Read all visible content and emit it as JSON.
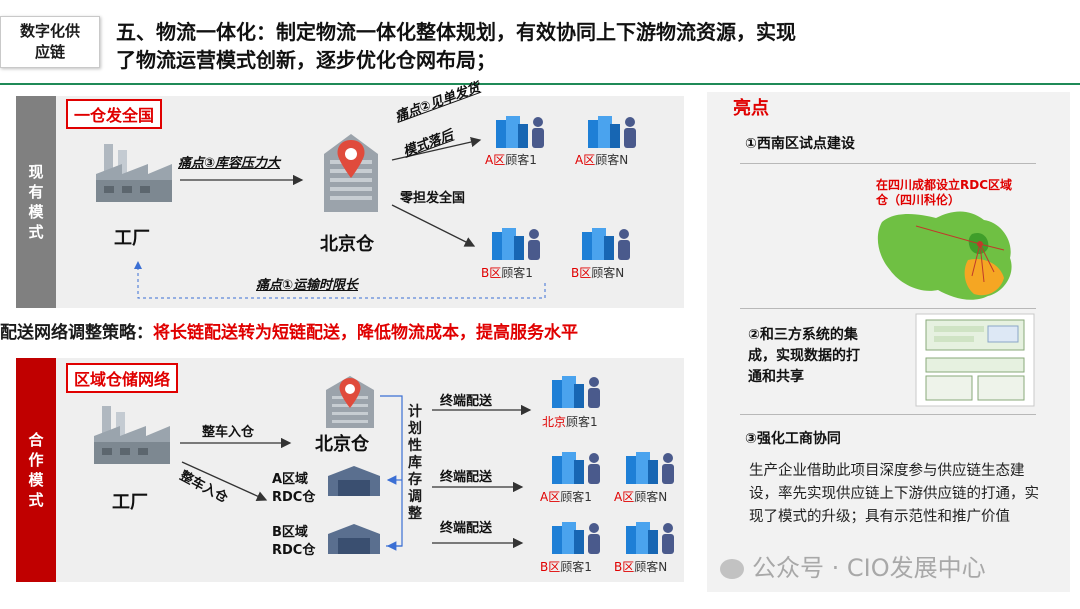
{
  "header": {
    "tag_line1": "数字化供",
    "tag_line2": "应链",
    "title_line1": "五、物流一体化：制定物流一体化整体规划，有效协同上下游物流资源，实现",
    "title_line2": "了物流运营模式创新，逐步优化仓网布局；"
  },
  "current_model": {
    "side_label": [
      "现",
      "有",
      "模",
      "式"
    ],
    "tag": "一仓发全国",
    "factory": "工厂",
    "warehouse": "北京仓",
    "pain3": "痛点③库容压力大",
    "pain2_line1": "痛点②见单发货",
    "pain2_line2": "模式落后",
    "pain1": "痛点①运输时限长",
    "ltl": "零担发全国",
    "customers": [
      {
        "prefix": "A区",
        "name": "顾客1"
      },
      {
        "prefix": "A区",
        "name": "顾客N"
      },
      {
        "prefix": "B区",
        "name": "顾客1"
      },
      {
        "prefix": "B区",
        "name": "顾客N"
      }
    ]
  },
  "strategy": {
    "label": "配送网络调整策略：",
    "text": "将长链配送转为短链配送，降低物流成本，提高服务水平"
  },
  "coop_model": {
    "side_label": [
      "合",
      "作",
      "模",
      "式"
    ],
    "tag": "区域仓储网络",
    "factory": "工厂",
    "warehouse": "北京仓",
    "truck1": "整车入仓",
    "truck2": "整车入仓",
    "rdc_a_line1": "A区域",
    "rdc_a_line2": "RDC仓",
    "rdc_b_line1": "B区域",
    "rdc_b_line2": "RDC仓",
    "plan_chars": [
      "计",
      "划",
      "性",
      "库",
      "存",
      "调",
      "整"
    ],
    "terminal1": "终端配送",
    "terminal2": "终端配送",
    "terminal3": "终端配送",
    "customers": [
      {
        "prefix": "北京",
        "name": "顾客1"
      },
      {
        "prefix": "A区",
        "name": "顾客1"
      },
      {
        "prefix": "A区",
        "name": "顾客N"
      },
      {
        "prefix": "B区",
        "name": "顾客1"
      },
      {
        "prefix": "B区",
        "name": "顾客N"
      }
    ]
  },
  "highlights": {
    "title": "亮点",
    "item1": "①西南区试点建设",
    "map_caption_line1": "在四川成都设立RDC区域",
    "map_caption_line2": "仓（四川科伦）",
    "item2_line1": "②和三方系统的集",
    "item2_line2": "成，实现数据的打",
    "item2_line3": "通和共享",
    "item3": "③强化工商协同",
    "desc": "生产企业借助此项目深度参与供应链生态建设，率先实现供应链上下游供应链的打通，实现了模式的升级；具有示范性和推广价值"
  },
  "watermark": "公众号 · CIO发展中心",
  "colors": {
    "accent_red": "#e00000",
    "side_gray": "#808080",
    "side_red": "#c00000",
    "panel_bg": "#efefef",
    "rule_green": "#1f8a57",
    "arrow_blue": "#3b6fd4"
  }
}
